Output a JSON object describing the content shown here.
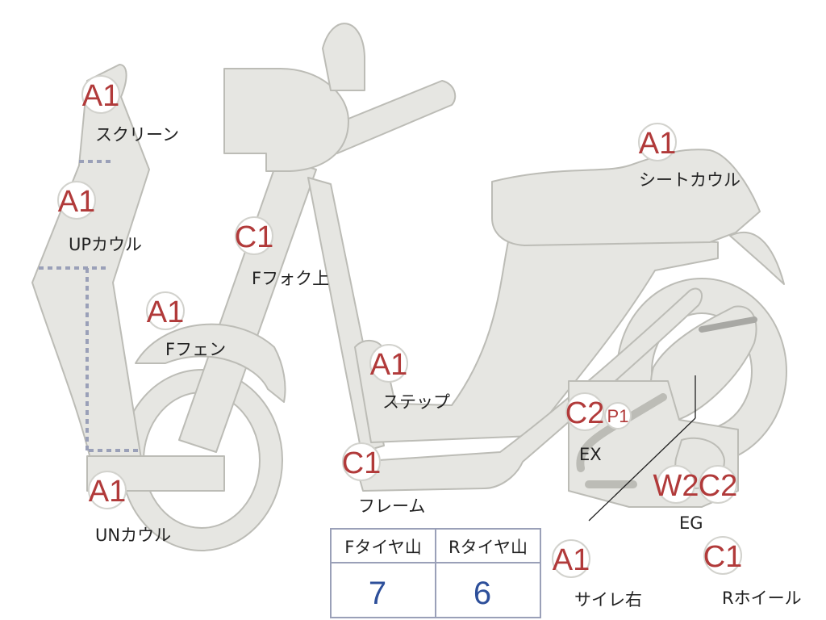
{
  "badges": [
    {
      "id": "screen",
      "code": "A1",
      "label": "スクリーン"
    },
    {
      "id": "upcowl",
      "code": "A1",
      "label": "UPカウル"
    },
    {
      "id": "unc",
      "code": "A1",
      "label": "UNカウル"
    },
    {
      "id": "ffen",
      "code": "A1",
      "label": "Fフェン"
    },
    {
      "id": "ffork",
      "code": "C1",
      "label": "Fフォク上"
    },
    {
      "id": "step",
      "code": "A1",
      "label": "ステップ"
    },
    {
      "id": "frame",
      "code": "C1",
      "label": "フレーム"
    },
    {
      "id": "seat",
      "code": "A1",
      "label": "シートカウル"
    },
    {
      "id": "ex",
      "code": "C2",
      "label": "EX"
    },
    {
      "id": "exp",
      "code": "P1",
      "label": ""
    },
    {
      "id": "egw",
      "code": "W2",
      "label": "EG"
    },
    {
      "id": "egc",
      "code": "C2",
      "label": ""
    },
    {
      "id": "sire",
      "code": "A1",
      "label": "サイレ右"
    },
    {
      "id": "rwheel",
      "code": "C1",
      "label": "Rホイール"
    }
  ],
  "tread_table": {
    "headers": [
      "Fタイヤ山",
      "Rタイヤ山"
    ],
    "values": [
      "7",
      "6"
    ]
  },
  "colors": {
    "part_fill": "#e6e6e2",
    "part_stroke": "#bcbcb6",
    "badge_text": "#b13a3a",
    "value_text": "#2d4f9a"
  }
}
